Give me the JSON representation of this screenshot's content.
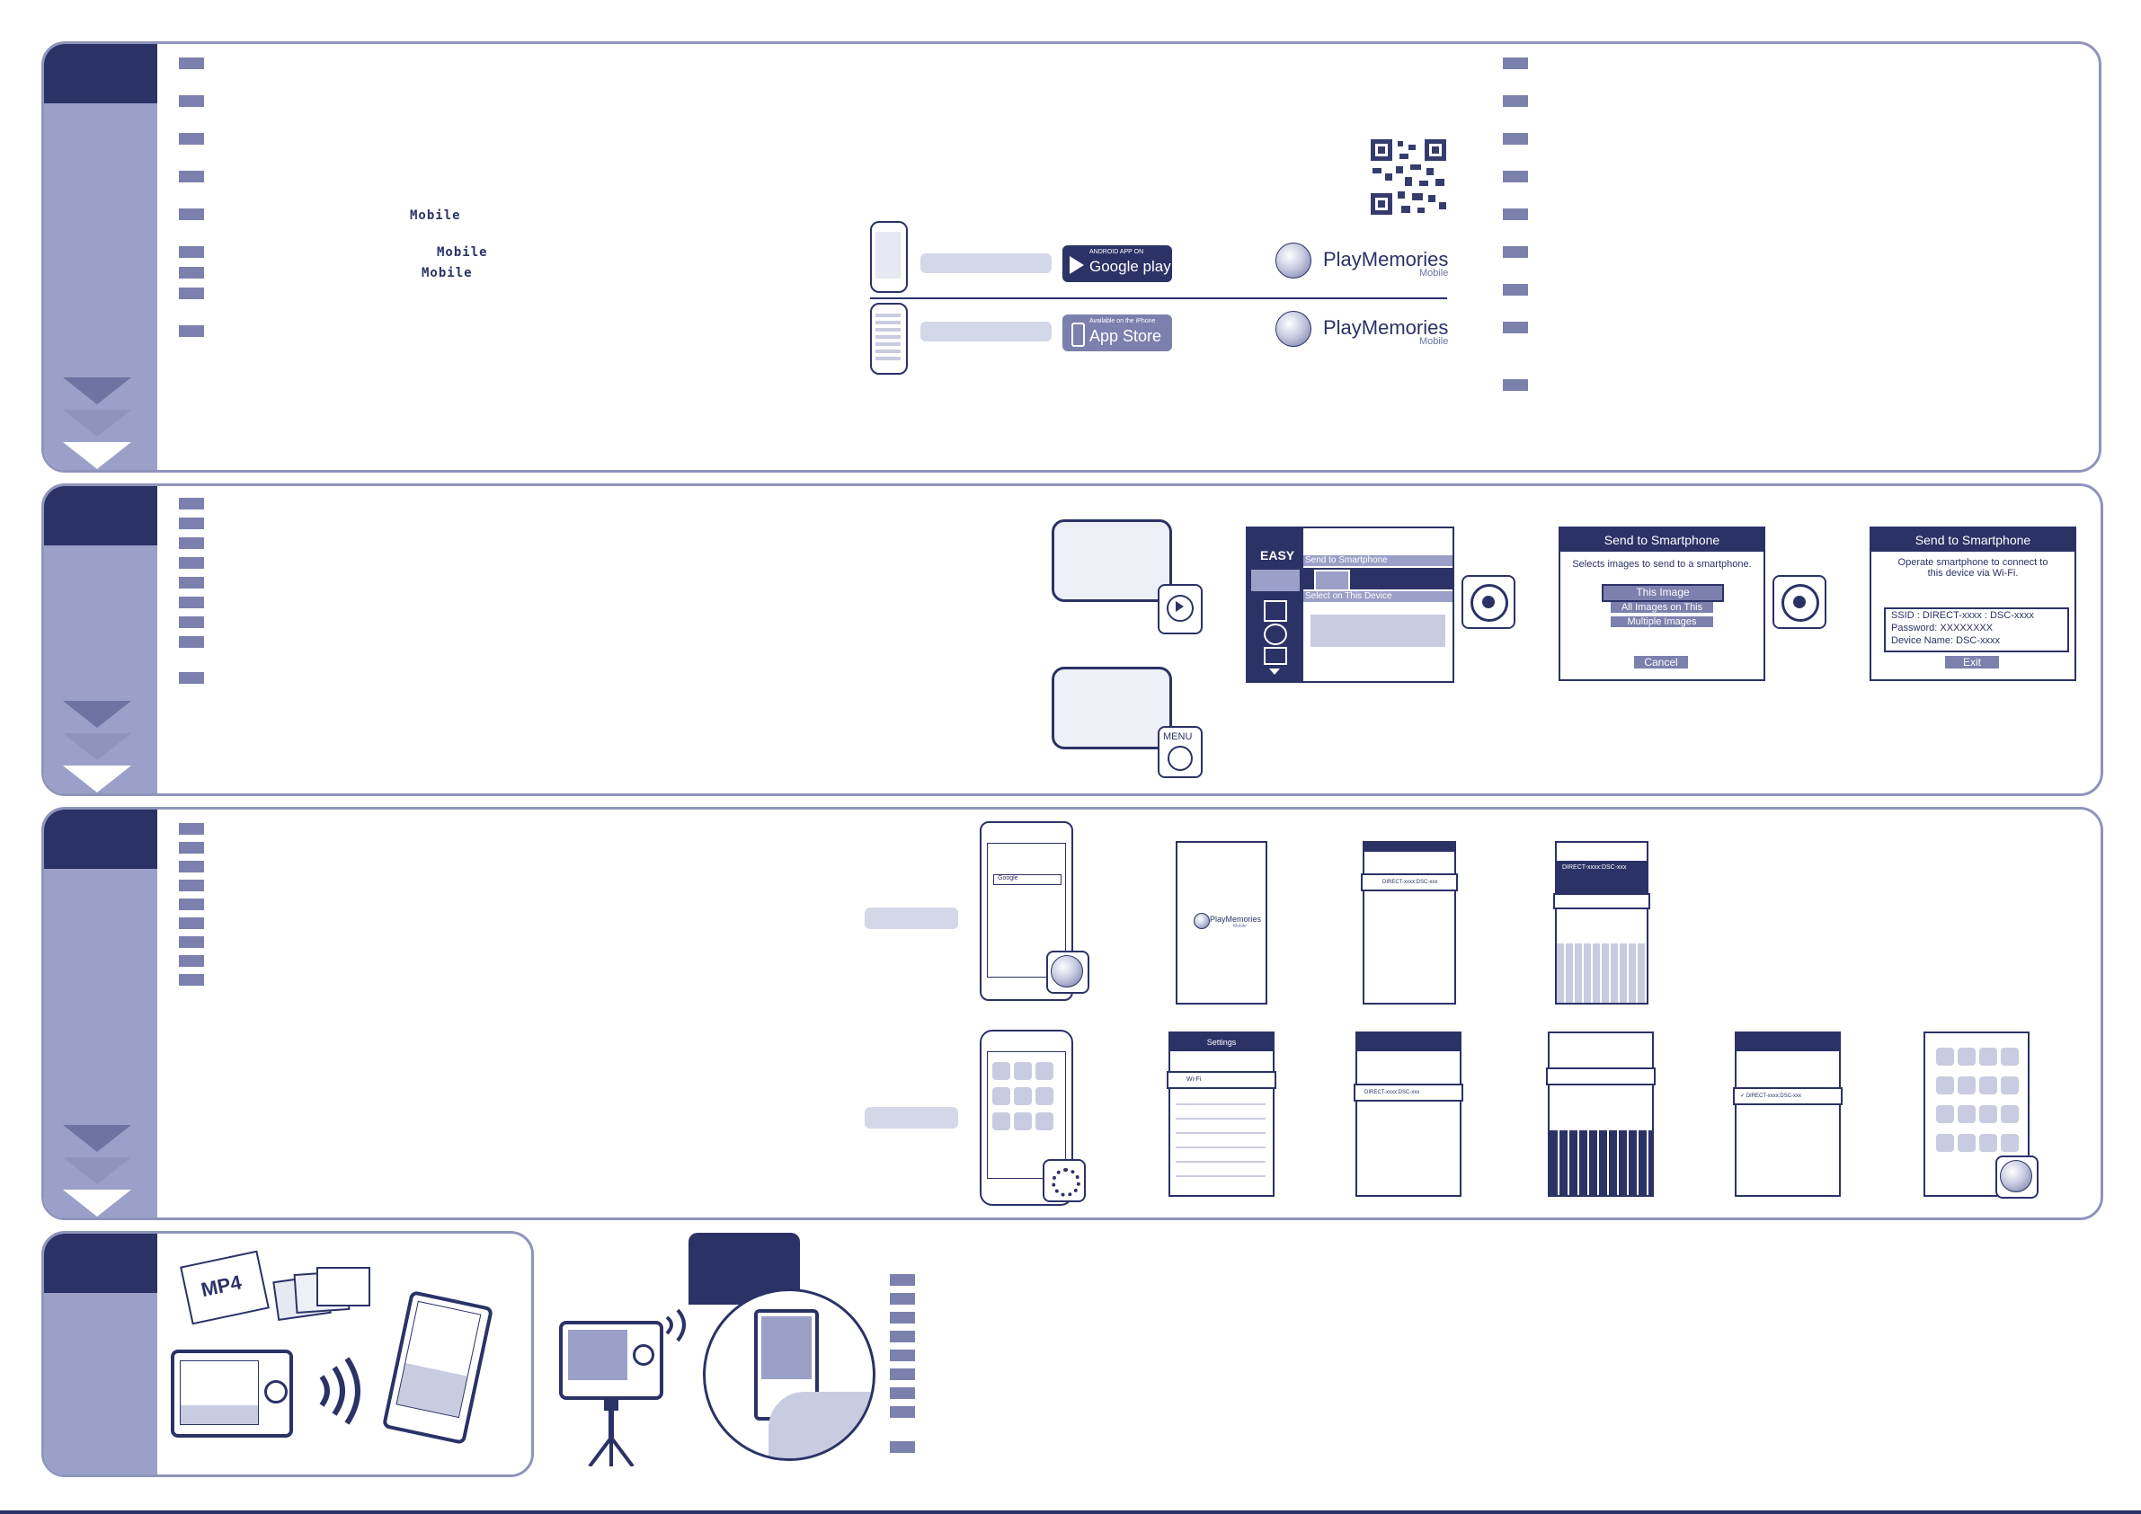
{
  "step1": {
    "mobile_label_1": "Mobile",
    "mobile_label_2": "Mobile",
    "mobile_label_3": "Mobile",
    "android_badge_top": "ANDROID APP ON",
    "android_badge_main": "Google play",
    "ios_badge_top": "Available on the iPhone",
    "ios_badge_main": "App Store",
    "app_name": "PlayMemories",
    "app_sub": "Mobile"
  },
  "step2": {
    "menu_easy": "EASY",
    "menu_send_to_smartphone": "Send to Smartphone",
    "menu_select_on_device": "Select on This Device",
    "menu_button_label": "MENU",
    "dialog1": {
      "title": "Send to Smartphone",
      "message": "Selects images to send to a smartphone.",
      "option_1": "This Image",
      "option_2": "All Images on This Date",
      "option_3": "Multiple Images",
      "cancel": "Cancel"
    },
    "dialog2": {
      "title": "Send to Smartphone",
      "message": "Operate smartphone to connect to this device via Wi-Fi.",
      "ssid": "SSID : DIRECT-xxxx : DSC-xxxx",
      "password": "Password: XXXXXXXX",
      "device_name": "Device Name: DSC-xxxx",
      "exit": "Exit"
    }
  },
  "step3": {
    "android_network": "DIRECT-xxxx:DSC-xxx",
    "android_network_2": "DIRECT-xxxx:DSC-xxx",
    "search_hint": "Google",
    "ios_settings_title": "Settings",
    "ios_wifi_label": "Wi-Fi",
    "ios_network": "DIRECT-xxxx:DSC-xxx",
    "ios_network_checked": "✓ DIRECT-xxxx:DSC-xxx",
    "splash_name": "PlayMemories",
    "splash_sub": "Mobile"
  },
  "step4": {
    "file_tag": "MP4"
  }
}
